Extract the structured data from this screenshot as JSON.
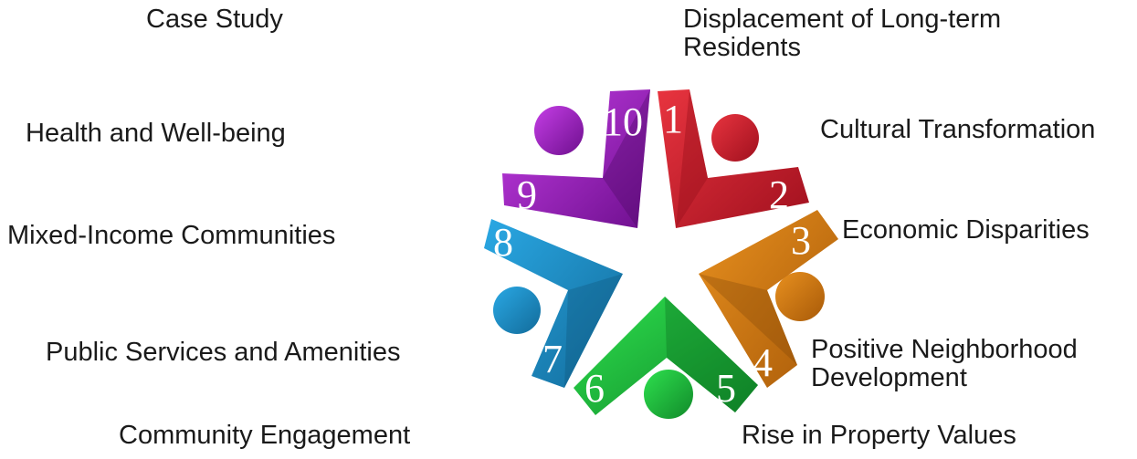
{
  "labels": {
    "case_study": "Case Study",
    "displacement": [
      "Displacement of Long-term",
      "Residents"
    ],
    "health": "Health and Well-being",
    "cultural": "Cultural Transformation",
    "mixed_income": "Mixed-Income Communities",
    "economic": "Economic Disparities",
    "public_services": "Public Services and Amenities",
    "positive": [
      "Positive Neighborhood",
      "Development"
    ],
    "community": "Community Engagement",
    "property": "Rise in Property Values"
  },
  "numbers": [
    "1",
    "2",
    "3",
    "4",
    "5",
    "6",
    "7",
    "8",
    "9",
    "10"
  ],
  "colors": {
    "red": "#d8202c",
    "orange": "#d97a12",
    "green": "#1fbf3a",
    "blue": "#1c8fc8",
    "purple": "#a516c8"
  }
}
